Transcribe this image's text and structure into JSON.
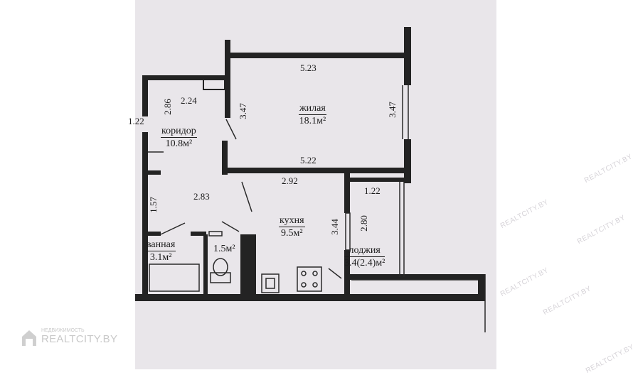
{
  "plan": {
    "rooms": [
      {
        "id": "living",
        "name": "жилая",
        "area": "18.1м²"
      },
      {
        "id": "corridor",
        "name": "коридор",
        "area": "10.8м²"
      },
      {
        "id": "kitchen",
        "name": "кухня",
        "area": "9.5м²"
      },
      {
        "id": "bath",
        "name": "ванная",
        "area": "3.1м²"
      },
      {
        "id": "wc",
        "name": "",
        "area": "1.5м²"
      },
      {
        "id": "loggia",
        "name": "лоджия",
        "area": "3.4(2.4)м²"
      }
    ],
    "dimensions": {
      "living_top": "5.23",
      "living_bottom": "5.22",
      "living_left": "3.47",
      "living_right": "3.47",
      "corridor_height": "2.86",
      "corridor_width": "2.24",
      "corridor_edge": "1.22",
      "hall_width": "2.83",
      "hall_left": "1.57",
      "kitchen_width": "2.92",
      "kitchen_height": "3.44",
      "loggia_height": "2.80",
      "loggia_width": "1.22"
    }
  },
  "watermark": {
    "brand_small": "НЕДВИЖИМОСТЬ",
    "brand": "REALTCITY.BY",
    "tile": "REALTCITY.BY"
  }
}
